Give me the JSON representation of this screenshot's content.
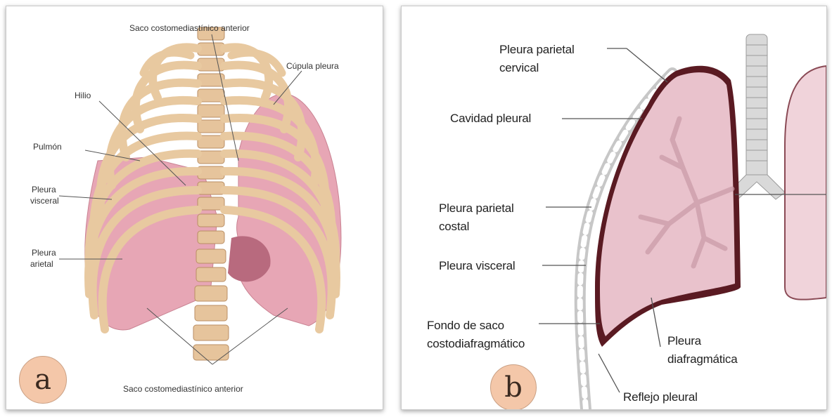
{
  "panel_a": {
    "badge": "a",
    "labels": {
      "top": "Saco costomediastínico anterior",
      "cupula": "Cúpula pleura",
      "hilio": "Hilio",
      "pulmon": "Pulmón",
      "visceral_1": "Pleura",
      "visceral_2": "visceral",
      "parietal_1": "Pleura",
      "parietal_2": "arietal",
      "bottom": "Saco costomediastínico anterior"
    }
  },
  "panel_b": {
    "badge": "b",
    "labels": {
      "cervical_1": "Pleura parietal",
      "cervical_2": "cervical",
      "cavidad": "Cavidad pleural",
      "costal_1": "Pleura parietal",
      "costal_2": "costal",
      "visceral": "Pleura visceral",
      "fondo_1": "Fondo de saco",
      "fondo_2": "costodiafragmático",
      "diafrag_1": "Pleura",
      "diafrag_2": "diafragmática",
      "reflejo": "Reflejo pleural"
    }
  },
  "colors": {
    "lung": "#e7a6b5",
    "bone": "#e8c9a0",
    "lung_b": "#e9c2cc",
    "lung_b_edge": "#5a1a22",
    "badge": "#f4c7a9"
  }
}
